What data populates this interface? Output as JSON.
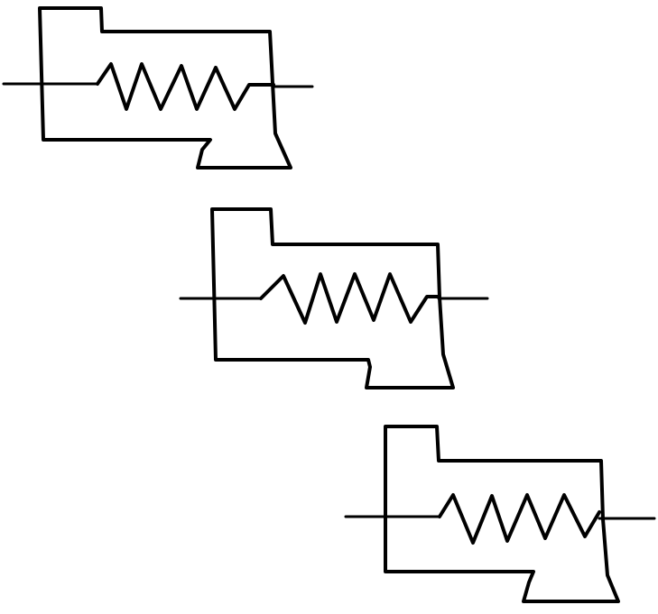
{
  "diagram": {
    "background_color": "#ffffff",
    "stroke_color": "#000000",
    "symbols": [
      {
        "kind": "spring-loaded-element",
        "spring_coils": 4
      },
      {
        "kind": "spring-loaded-element",
        "spring_coils": 4
      },
      {
        "kind": "spring-loaded-element",
        "spring_coils": 4
      }
    ]
  }
}
